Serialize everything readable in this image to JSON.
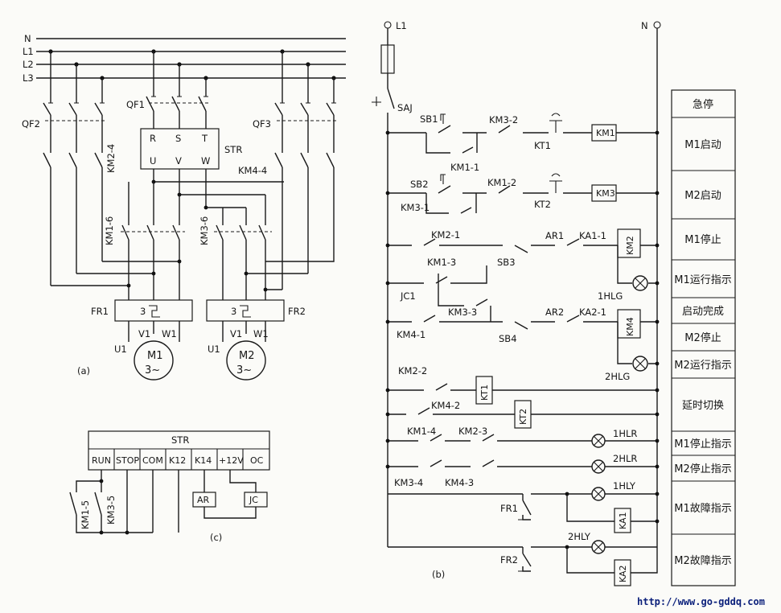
{
  "diagram_a": {
    "bus_labels": [
      "N",
      "L1",
      "L2",
      "L3"
    ],
    "breakers": [
      "QF1",
      "QF2",
      "QF3"
    ],
    "starter_label": "STR",
    "starter_in": [
      "R",
      "S",
      "T"
    ],
    "starter_out": [
      "U",
      "V",
      "W"
    ],
    "contacts": [
      "KM2-4",
      "KM4-4",
      "KM1-6",
      "KM3-6"
    ],
    "relays": [
      "FR1",
      "FR2"
    ],
    "relay_num": "3",
    "motor1": {
      "terms": [
        "U1",
        "V1",
        "W1"
      ],
      "name": "M1",
      "kind": "3~"
    },
    "motor2": {
      "terms": [
        "U1",
        "V1",
        "W1"
      ],
      "name": "M2",
      "kind": "3~"
    },
    "caption": "(a)"
  },
  "diagram_b": {
    "supply": [
      "L1",
      "N"
    ],
    "switch": "SAJ",
    "rungs": [
      {
        "parts": [
          "SB1",
          "KM3-2",
          "KT1"
        ],
        "coil": "KM1",
        "extra": "KM1-1"
      },
      {
        "parts": [
          "SB2",
          "KM1-2",
          "KT2"
        ],
        "coil": "KM3",
        "extra": "KM3-1"
      },
      {
        "parts": [
          "KM2-1",
          "SB3",
          "AR1",
          "KA1-1"
        ],
        "coil": "KM2"
      },
      {
        "parts": [
          "KM1-3",
          "JC1",
          "KM3-3",
          "1HLG"
        ]
      },
      {
        "parts": [
          "KM4-1",
          "SB4",
          "AR2",
          "KA2-1"
        ],
        "coil": "KM4"
      },
      {
        "parts": [
          "2HLG"
        ]
      },
      {
        "parts": [
          "KM2-2"
        ],
        "coil": "KT1"
      },
      {
        "parts": [
          "KM4-2"
        ],
        "coil": "KT2"
      },
      {
        "parts": [
          "KM1-4",
          "KM2-3",
          "1HLR"
        ]
      },
      {
        "parts": [
          "KM3-4",
          "KM4-3",
          "2HLR"
        ]
      },
      {
        "parts": [
          "FR1",
          "1HLY"
        ],
        "coil": "KA1"
      },
      {
        "parts": [
          "FR2",
          "2HLY"
        ],
        "coil": "KA2"
      }
    ],
    "caption": "(b)"
  },
  "legend": [
    "急停",
    "M1启动",
    "M2启动",
    "M1停止",
    "M1运行指示",
    "启动完成",
    "M2停止",
    "M2运行指示",
    "延时切换",
    "M1停止指示",
    "M2停止指示",
    "M1故障指示",
    "M2故障指示"
  ],
  "diagram_c": {
    "title": "STR",
    "terminals": [
      "RUN",
      "STOP",
      "COM",
      "K12",
      "K14",
      "+12V",
      "OC"
    ],
    "contacts": [
      "KM1-5",
      "KM3-5"
    ],
    "coils": [
      "AR",
      "JC"
    ],
    "caption": "(c)"
  },
  "watermark": "http://www.go-gddq.com"
}
